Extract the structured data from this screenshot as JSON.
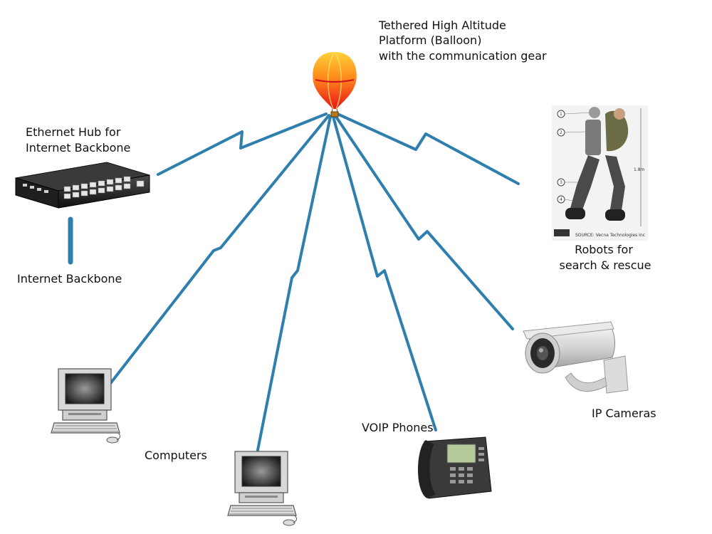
{
  "labels": {
    "balloon_line1": "Tethered High Altitude",
    "balloon_line2": "Platform (Balloon)",
    "balloon_line3": "with the communication gear",
    "hub_line1": "Ethernet Hub for",
    "hub_line2": "Internet Backbone",
    "backbone": "Internet Backbone",
    "robots_line1": "Robots for",
    "robots_line2": "search & rescue",
    "cameras": "IP Cameras",
    "computers": "Computers",
    "phones": "VOIP Phones"
  },
  "robot_image": {
    "height_mark": "1.8m",
    "source_text": "SOURCE: Vecna Technologies Inc",
    "callouts": [
      "1",
      "2",
      "3",
      "4"
    ]
  },
  "colors": {
    "link": "#2f7fae",
    "balloon_top": "#ffd23a",
    "balloon_mid": "#ff8a1a",
    "balloon_bottom": "#e8121b"
  }
}
